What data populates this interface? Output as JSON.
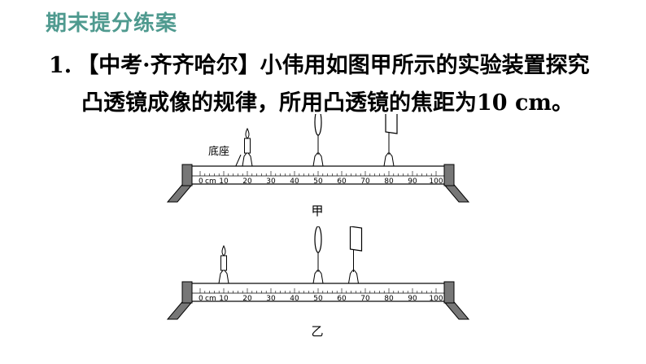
{
  "header": {
    "title": "期末提分练案"
  },
  "question": {
    "number": "1.",
    "source_tag": "【中考·齐齐哈尔】",
    "line1_text": "小伟用如图甲所示的实验装置探究",
    "line2_text": "凸透镜成像的规律，所用凸透镜的焦距为",
    "line2_value": "10 cm",
    "line2_end": "。"
  },
  "figure_a": {
    "caption": "甲",
    "base_label": "底座",
    "ruler_unit": "cm",
    "ruler_labels": [
      "0",
      "10",
      "20",
      "30",
      "40",
      "50",
      "60",
      "70",
      "80",
      "90",
      "100"
    ],
    "candle_cm": 20,
    "lens_cm": 50,
    "screen_cm": 80
  },
  "figure_b": {
    "caption": "乙",
    "ruler_unit": "cm",
    "ruler_labels": [
      "0",
      "10",
      "20",
      "30",
      "40",
      "50",
      "60",
      "70",
      "80",
      "90",
      "100"
    ],
    "candle_cm": 10,
    "lens_cm": 50,
    "screen_cm": 65
  }
}
